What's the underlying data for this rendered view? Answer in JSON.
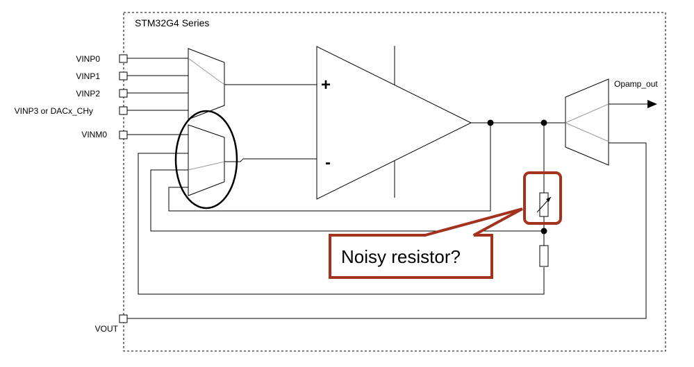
{
  "diagram": {
    "series_label": "STM32G4 Series",
    "pins": {
      "vinp0": "VINP0",
      "vinp1": "VINP1",
      "vinp2": "VINP2",
      "vinp3": "VINP3 or DACx_CHy",
      "vinm0": "VINM0",
      "vout": "VOUT"
    },
    "opamp_plus": "+",
    "opamp_minus": "-",
    "output_label": "Opamp_out",
    "callout": "Noisy resistor?",
    "colors": {
      "line": "#000000",
      "highlight": "#a3321f"
    }
  }
}
